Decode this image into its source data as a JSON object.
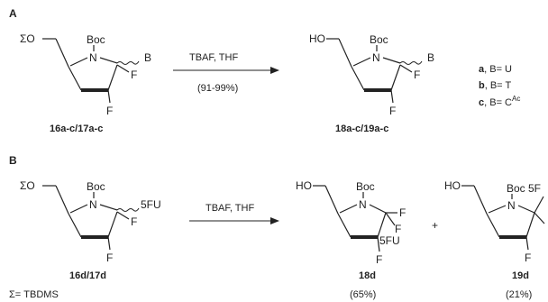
{
  "sections": {
    "a": "A",
    "b": "B"
  },
  "atoms": {
    "sigma_o": "ΣO",
    "ho": "HO",
    "boc": "Boc",
    "n": "N",
    "b": "B",
    "f": "F",
    "fu": "5FU",
    "boc_5f": "Boc 5F"
  },
  "scheme_a": {
    "reagents": "TBAF, THF",
    "yield": "(91-99%)",
    "start_label": "16a-c/17a-c",
    "product_label": "18a-c/19a-c",
    "substituents": [
      {
        "letter": "a",
        "rest": ", B= U",
        "sup": ""
      },
      {
        "letter": "b",
        "rest": ", B= T",
        "sup": ""
      },
      {
        "letter": "c",
        "rest": ", B= C",
        "sup": "Ac"
      }
    ]
  },
  "scheme_b": {
    "reagents": "TBAF, THF",
    "start_label": "16d/17d",
    "plus": "+",
    "product1_label": "18d",
    "product1_yield": "(65%)",
    "product2_label": "19d",
    "product2_yield": "(21%)"
  },
  "footnote": "Σ= TBDMS"
}
